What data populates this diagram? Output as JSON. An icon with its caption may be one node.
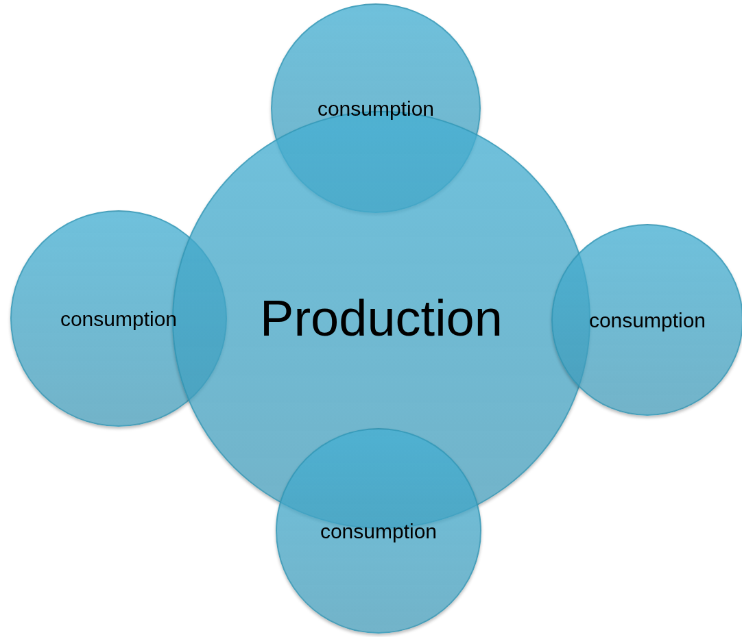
{
  "diagram": {
    "nodes": [
      {
        "text": [
          "consumption"
        ]
      },
      {
        "text": [
          "consumption"
        ]
      },
      {
        "text": [
          "Production"
        ]
      },
      {
        "text": [
          "consumption"
        ]
      },
      {
        "text": [
          "consumption"
        ]
      }
    ]
  }
}
